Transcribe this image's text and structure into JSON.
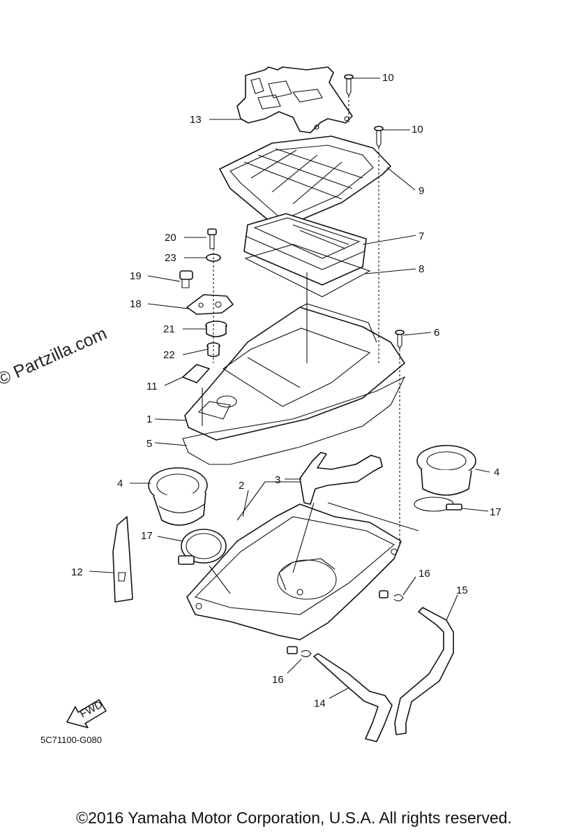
{
  "watermark": "© Partzilla.com",
  "diagram_code": "5C71100-G080",
  "fwd_label": "FWD",
  "copyright": "©2016 Yamaha Motor Corporation, U.S.A. All rights reserved.",
  "callouts": {
    "c1": "1",
    "c2": "2",
    "c3": "3",
    "c4a": "4",
    "c4b": "4",
    "c5": "5",
    "c6": "6",
    "c7": "7",
    "c8": "8",
    "c9": "9",
    "c10a": "10",
    "c10b": "10",
    "c11": "11",
    "c12": "12",
    "c13": "13",
    "c14": "14",
    "c15": "15",
    "c16a": "16",
    "c16b": "16",
    "c17a": "17",
    "c17b": "17",
    "c18": "18",
    "c19": "19",
    "c20": "20",
    "c21": "21",
    "c22": "22",
    "c23": "23"
  }
}
